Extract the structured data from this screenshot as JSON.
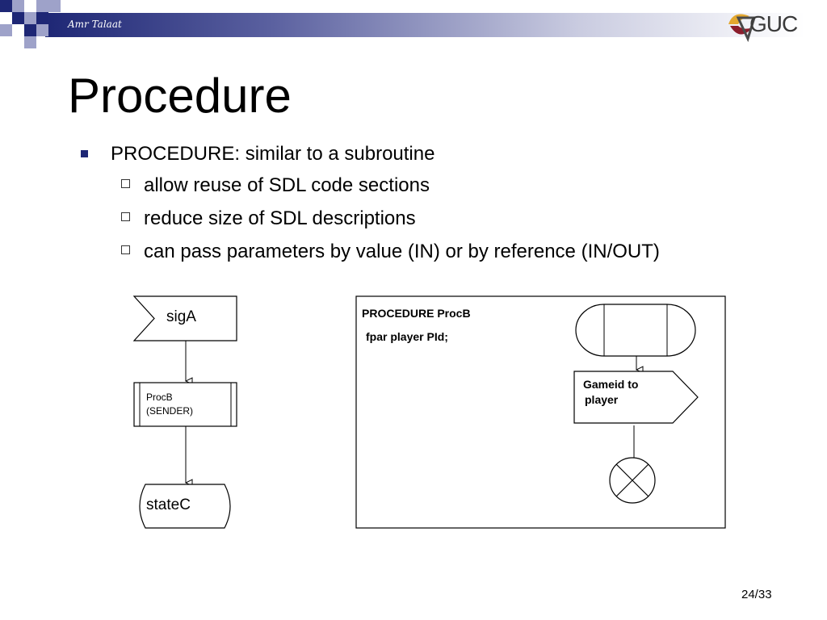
{
  "header": {
    "author": "Amr Talaat",
    "logo_text": "GUC",
    "colors": {
      "band_dark": "#1e2775",
      "band_light": "#9ea2c9"
    }
  },
  "slide": {
    "title": "Procedure",
    "bullets": [
      {
        "text": "PROCEDURE: similar to a subroutine",
        "sub": [
          "allow reuse of SDL code sections",
          "reduce size of SDL descriptions",
          "can pass parameters by value (IN) or by reference (IN/OUT)"
        ]
      }
    ]
  },
  "diagram_left": {
    "input_signal": "sigA",
    "procedure_call_line1": "ProcB",
    "procedure_call_line2": "(SENDER)",
    "next_state": "stateC"
  },
  "diagram_right": {
    "header_line1": "PROCEDURE ProcB",
    "header_line2": "fpar player PId;",
    "output_line1": "Gameid to",
    "output_line2": "player"
  },
  "footer": {
    "page": "24/33"
  }
}
